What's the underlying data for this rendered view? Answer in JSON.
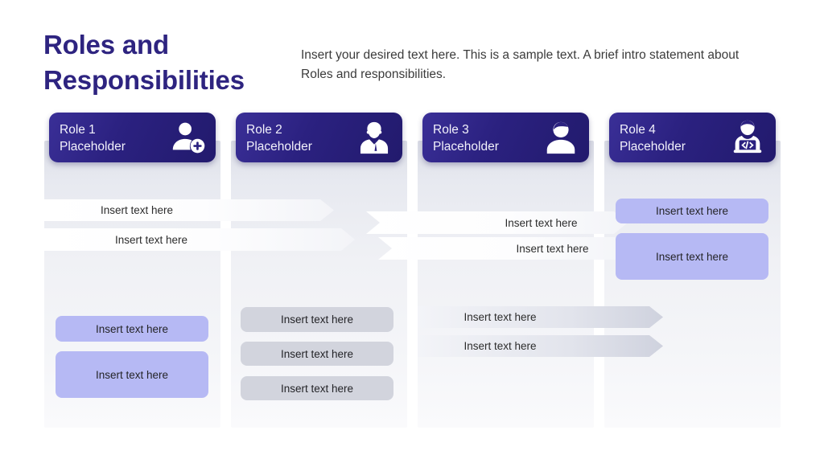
{
  "slide": {
    "title": "Roles and\nResponsibilities",
    "intro": "Insert your desired text here. This is a sample text. A brief intro statement about Roles and responsibilities."
  },
  "colors": {
    "title_purple": "#2e2480",
    "card_gradient_from": "#3a2f97",
    "card_gradient_to": "#221a6d",
    "lavender_pill": "#b6b9f4",
    "grey_pill": "#d2d4dd",
    "column_bg_top": "#dcdee7",
    "column_bg_bottom": "#fafafc"
  },
  "roles": [
    {
      "label": "Role 1\nPlaceholder",
      "icon": "user-add-icon"
    },
    {
      "label": "Role 2\nPlaceholder",
      "icon": "businessperson-icon"
    },
    {
      "label": "Role 3\nPlaceholder",
      "icon": "user-icon"
    },
    {
      "label": "Role 4\nPlaceholder",
      "icon": "developer-laptop-icon"
    }
  ],
  "ribbons": [
    {
      "text": "Insert text here",
      "style": "white",
      "shape": "arrow-right"
    },
    {
      "text": "Insert text here",
      "style": "white",
      "shape": "arrow-right"
    },
    {
      "text": "Insert text here",
      "style": "white",
      "shape": "arrow-right-notched"
    },
    {
      "text": "Insert text here",
      "style": "white",
      "shape": "arrow-right-notched"
    },
    {
      "text": "Insert text here",
      "style": "grey",
      "shape": "arrow-right"
    },
    {
      "text": "Insert text here",
      "style": "grey",
      "shape": "arrow-right"
    }
  ],
  "pills": {
    "column1": [
      {
        "text": "Insert text here",
        "style": "lavender"
      },
      {
        "text": "Insert text here",
        "style": "lavender"
      }
    ],
    "column2": [
      {
        "text": "Insert text here",
        "style": "grey"
      },
      {
        "text": "Insert text here",
        "style": "grey"
      },
      {
        "text": "Insert text here",
        "style": "grey"
      }
    ],
    "column4": [
      {
        "text": "Insert text here",
        "style": "lavender"
      },
      {
        "text": "Insert text here",
        "style": "lavender"
      }
    ]
  }
}
